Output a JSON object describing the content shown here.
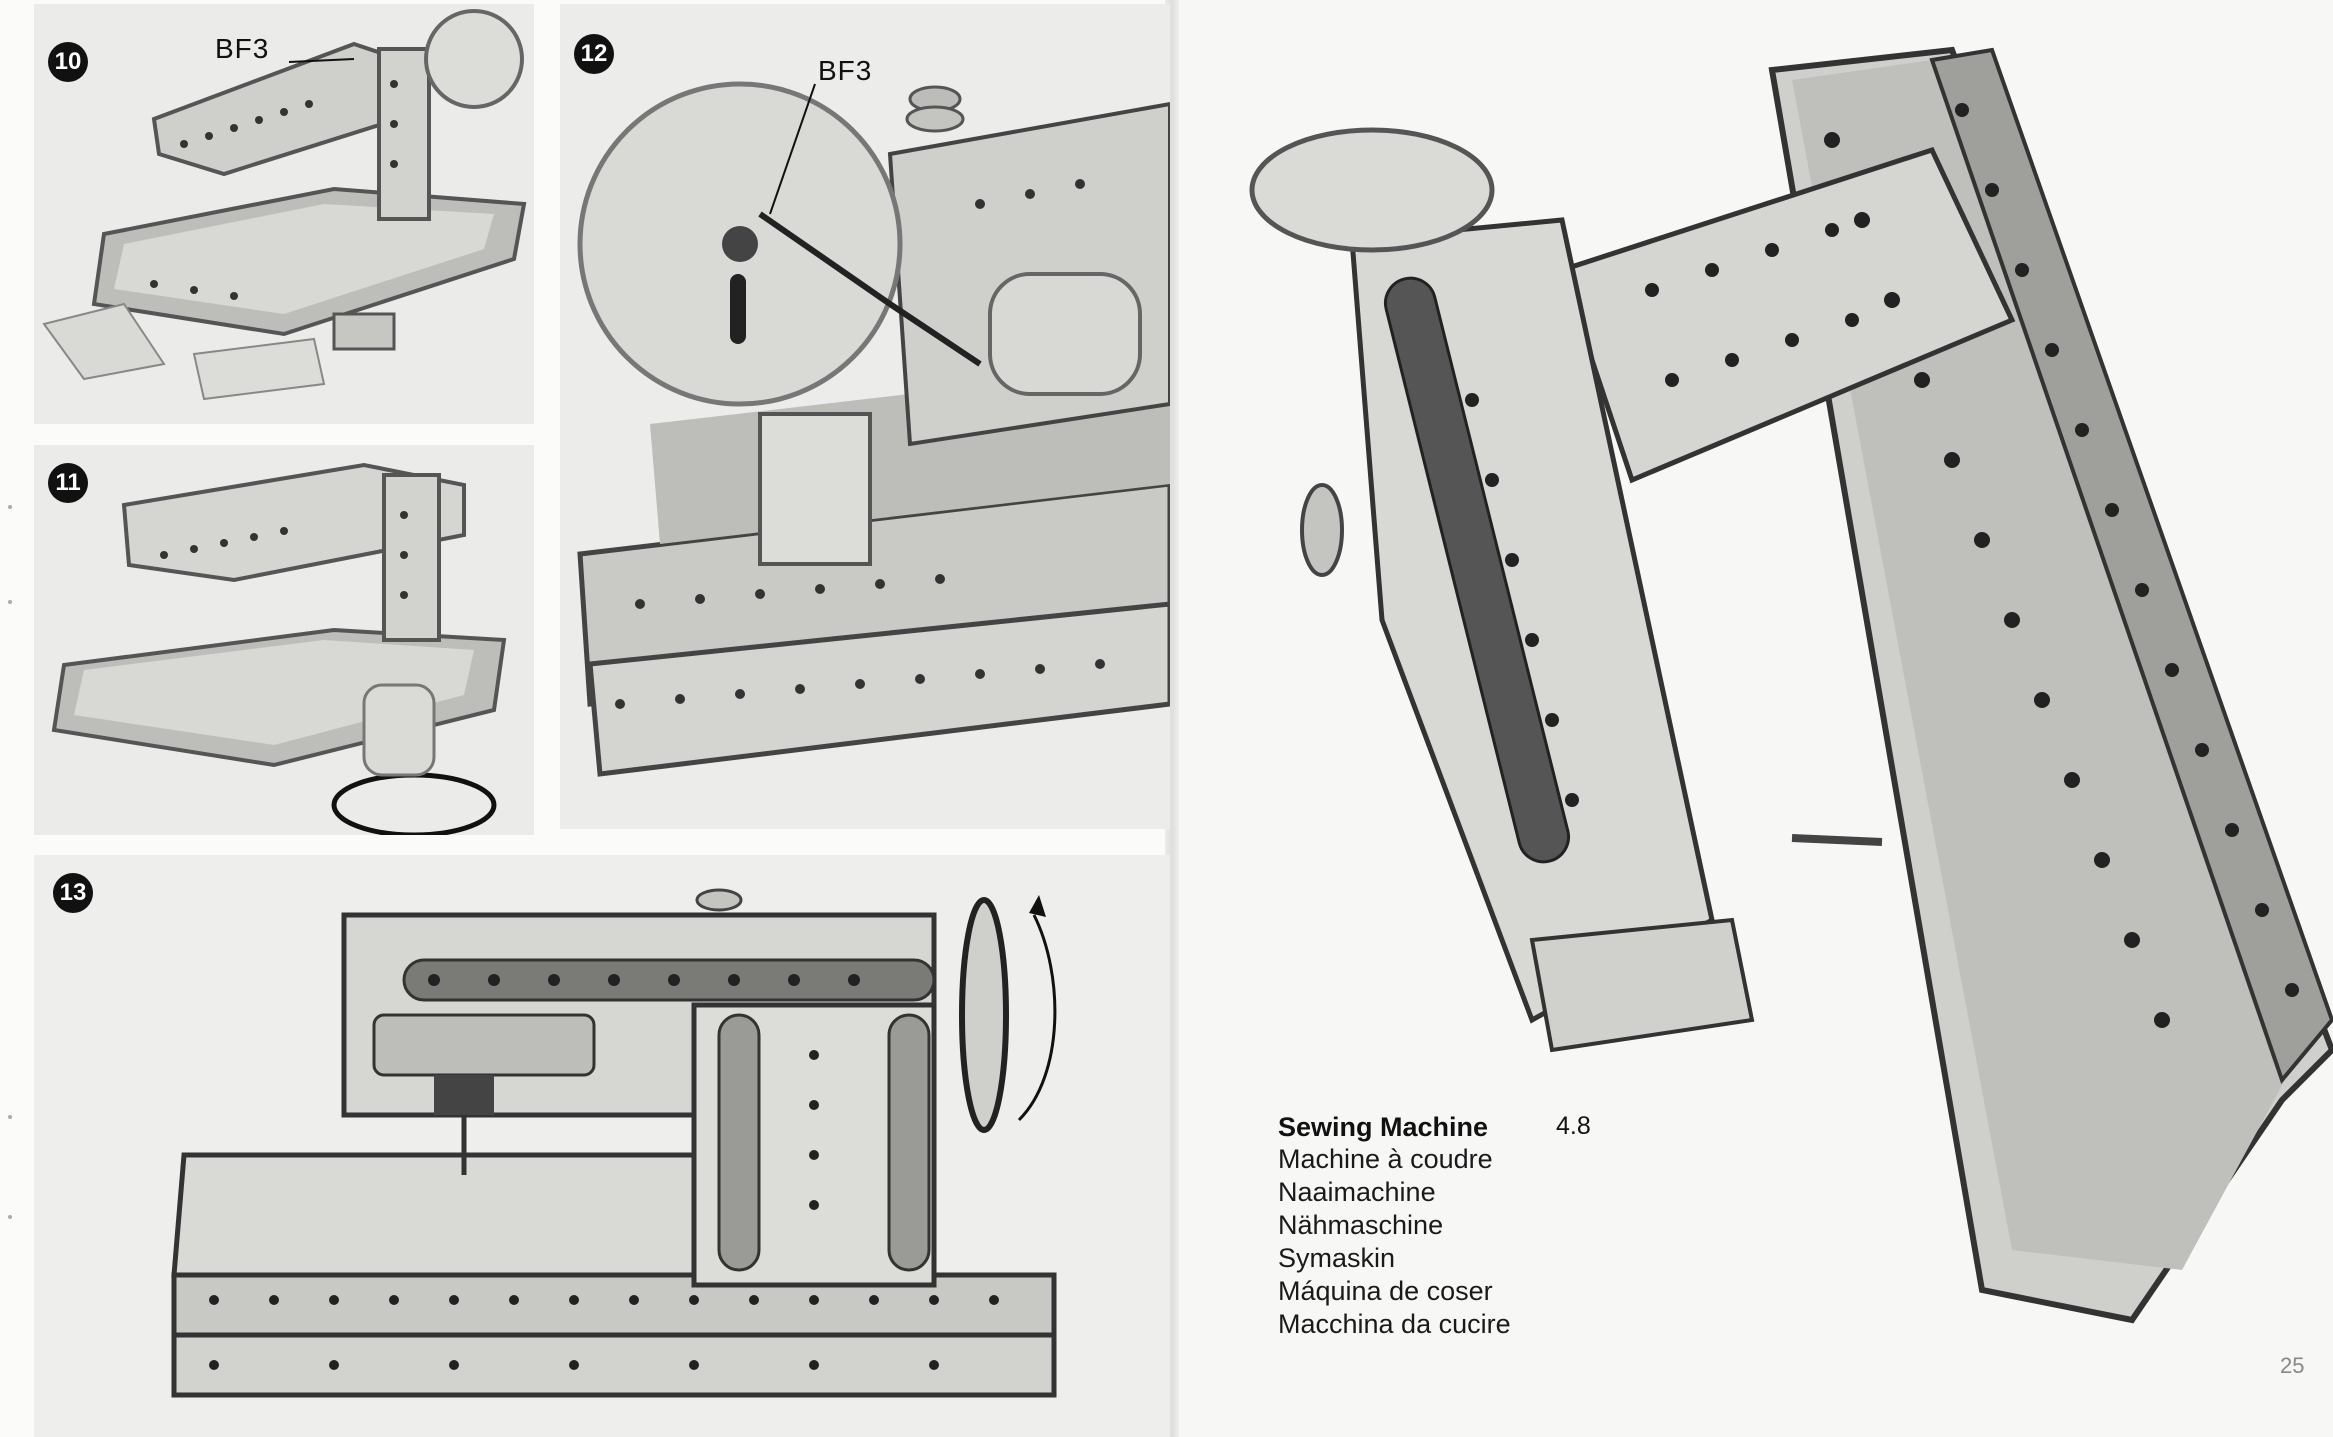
{
  "figures": [
    {
      "id": "10",
      "callout": "BF3"
    },
    {
      "id": "11"
    },
    {
      "id": "12",
      "callout": "BF3"
    },
    {
      "id": "13"
    }
  ],
  "caption": {
    "title": "Sewing Machine",
    "code": "4.8",
    "translations": [
      "Machine à coudre",
      "Naaimachine",
      "Nähmaschine",
      "Symaskin",
      "Máquina de coser",
      "Macchina da cucire"
    ]
  },
  "page_number": "25",
  "colors": {
    "ink": "#111111",
    "metal": "#c9c9c6",
    "metal_dark": "#5a5a58",
    "page": "#f7f7f6"
  }
}
